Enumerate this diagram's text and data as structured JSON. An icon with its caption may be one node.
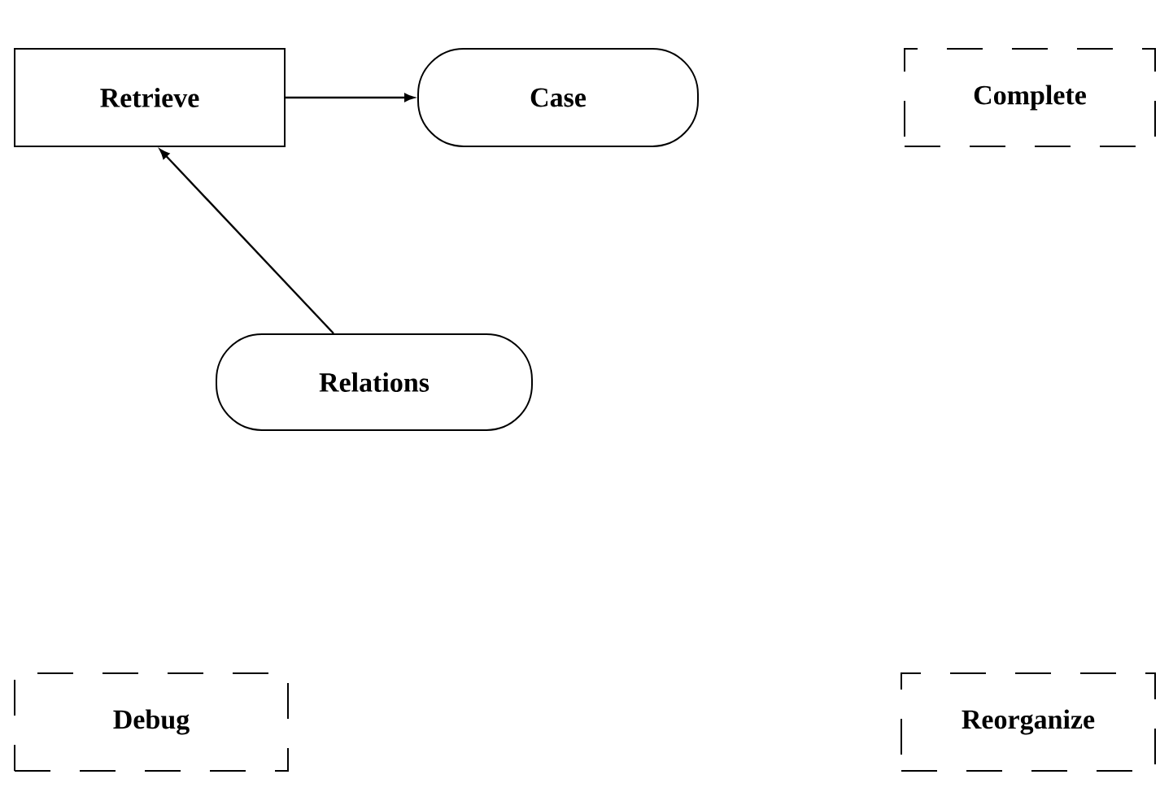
{
  "diagram": {
    "nodes": [
      {
        "text": [
          "Retrieve"
        ]
      },
      {
        "text": [
          "Case"
        ]
      },
      {
        "text": [
          "Complete"
        ]
      },
      {
        "text": [
          "Relations"
        ]
      },
      {
        "text": [
          "Debug"
        ]
      },
      {
        "text": [
          "Reorganize"
        ]
      }
    ],
    "edges": [
      {
        "from": 0,
        "to": 1,
        "arrow": "to"
      },
      {
        "from": 3,
        "to": 0,
        "arrow": "to"
      }
    ]
  }
}
